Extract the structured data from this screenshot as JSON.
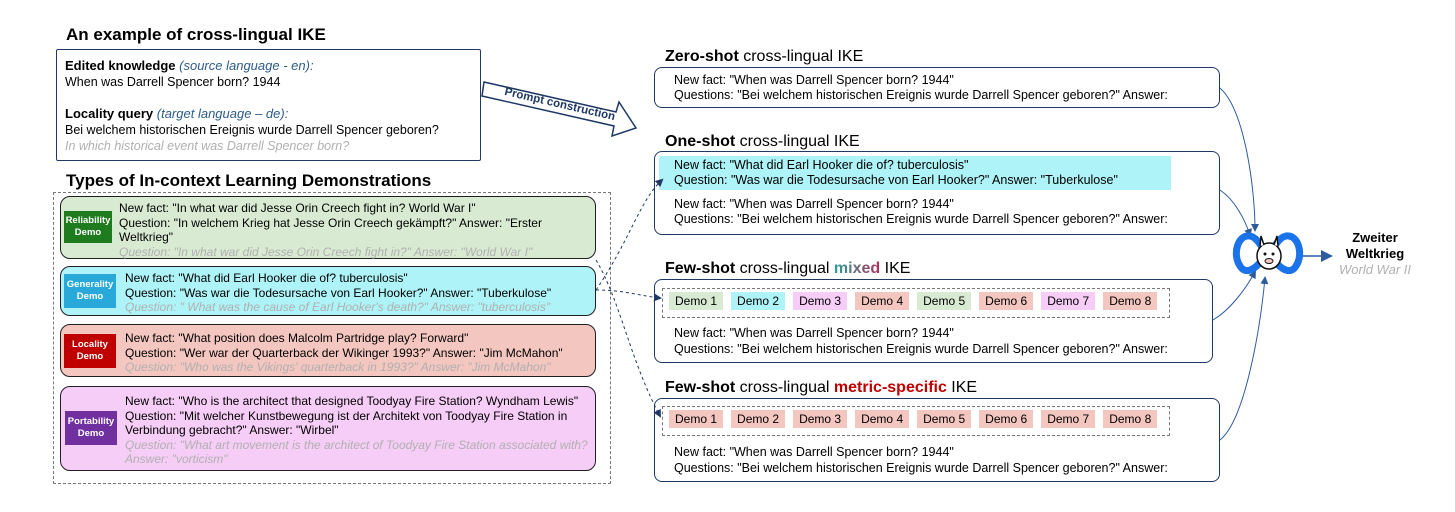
{
  "left": {
    "title": "An example of cross-lingual IKE",
    "edited_label": "Edited knowledge",
    "edited_lang": "(source language - en):",
    "edited_text": "When was Darrell Spencer born? 1944",
    "locality_label": "Locality query",
    "locality_lang": "(target language – de):",
    "locality_text": "Bei welchem historischen Ereignis wurde Darrell Spencer geboren?",
    "locality_translation": "In which historical event was Darrell Spencer born?",
    "arrow_label": "Prompt construction",
    "types_title": "Types of In-context Learning Demonstrations"
  },
  "demos": [
    {
      "badge": [
        "Reliability",
        "Demo"
      ],
      "badge_color": "#1e7b1e",
      "bg": "#d9ead3",
      "lines": [
        "New fact: \"In what war did Jesse Orin Creech fight in? World War I\"",
        "Question: \"In welchem Krieg hat Jesse Orin Creech gekämpft?\" Answer: \"Erster",
        "Weltkrieg\""
      ],
      "gray": [
        "Question: \"In what war did Jesse Orin Creech fight in?\" Answer: \"World War I\""
      ]
    },
    {
      "badge": [
        "Generality",
        "Demo"
      ],
      "badge_color": "#29a9d9",
      "bg": "#aef3f7",
      "lines": [
        "New fact: \"What did Earl Hooker die of? tuberculosis\"",
        "Question: \"Was war die Todesursache von Earl Hooker?\" Answer: \"Tuberkulose\""
      ],
      "gray": [
        "Question: \" What was the cause of Earl Hooker's death?\" Answer: \"tuberculosis\""
      ]
    },
    {
      "badge": [
        "Locality",
        "Demo"
      ],
      "badge_color": "#c00000",
      "bg": "#f4c6c0",
      "lines": [
        "New fact: \"What position does Malcolm Partridge play? Forward\"",
        "Question: \"Wer war der Quarterback der Wikinger 1993?\" Answer: \"Jim McMahon\""
      ],
      "gray": [
        "Question: \"Who was the Vikings' quarterback in 1993?\" Answer: \"Jim McMahon\""
      ]
    },
    {
      "badge": [
        "Portability",
        "Demo"
      ],
      "badge_color": "#7030a0",
      "bg": "#f6cdf6",
      "lines": [
        "New fact: \"Who is the architect that designed Toodyay Fire Station? Wyndham Lewis\"",
        "Question: \"Mit welcher Kunstbewegung ist der Architekt von Toodyay Fire Station in",
        "Verbindung gebracht?\" Answer: \"Wirbel\""
      ],
      "gray": [
        "Question: \"What art movement is the architect of Toodyay Fire Station associated with?",
        "Answer: \"vorticism\""
      ]
    }
  ],
  "zero": {
    "title_bold": "Zero-shot",
    "title_rest": " cross-lingual IKE",
    "line1": "New fact: \"When was Darrell Spencer born? 1944\"",
    "line2": "Questions: \"Bei welchem historischen Ereignis wurde Darrell Spencer geboren?\" Answer:"
  },
  "one": {
    "title_bold": "One-shot",
    "title_rest": " cross-lingual IKE",
    "demo1": "New fact: \"What did Earl Hooker die of? tuberculosis\"",
    "demo2": "Question: \"Was war die Todesursache von Earl Hooker?\" Answer: \"Tuberkulose\"",
    "line1": "New fact: \"When was Darrell Spencer born? 1944\"",
    "line2": "Questions: \"Bei welchem historischen Ereignis wurde Darrell Spencer geboren?\" Answer:"
  },
  "few_mixed": {
    "title_bold": "Few-shot",
    "title_mid": " cross-lingual ",
    "title_key": "mixed",
    "title_end": " IKE",
    "chips": [
      {
        "label": "Demo 1",
        "bg": "#d9ead3"
      },
      {
        "label": "Demo 2",
        "bg": "#aef3f7"
      },
      {
        "label": "Demo 3",
        "bg": "#f6cdf6"
      },
      {
        "label": "Demo 4",
        "bg": "#f4c6c0"
      },
      {
        "label": "Demo 5",
        "bg": "#d9ead3"
      },
      {
        "label": "Demo 6",
        "bg": "#f4c6c0"
      },
      {
        "label": "Demo 7",
        "bg": "#f6cdf6"
      },
      {
        "label": "Demo 8",
        "bg": "#f4c6c0"
      }
    ],
    "line1": "New fact: \"When was Darrell Spencer born? 1944\"",
    "line2": "Questions: \"Bei welchem historischen Ereignis wurde Darrell Spencer geboren?\" Answer:"
  },
  "few_metric": {
    "title_bold": "Few-shot",
    "title_mid": " cross-lingual ",
    "title_key": "metric-specific",
    "title_end": " IKE",
    "chips": [
      {
        "label": "Demo 1",
        "bg": "#f4c6c0"
      },
      {
        "label": "Demo 2",
        "bg": "#f4c6c0"
      },
      {
        "label": "Demo 3",
        "bg": "#f4c6c0"
      },
      {
        "label": "Demo 4",
        "bg": "#f4c6c0"
      },
      {
        "label": "Demo 5",
        "bg": "#f4c6c0"
      },
      {
        "label": "Demo 6",
        "bg": "#f4c6c0"
      },
      {
        "label": "Demo 7",
        "bg": "#f4c6c0"
      },
      {
        "label": "Demo 8",
        "bg": "#f4c6c0"
      }
    ],
    "line1": "New fact: \"When was Darrell Spencer born? 1944\"",
    "line2": "Questions: \"Bei welchem historischen Ereignis wurde Darrell Spencer geboren?\" Answer:"
  },
  "output": {
    "answer1": "Zweiter",
    "answer2": "Weltkrieg",
    "translation": "World War II",
    "logo_icon": "meta-llama-logo-icon"
  }
}
